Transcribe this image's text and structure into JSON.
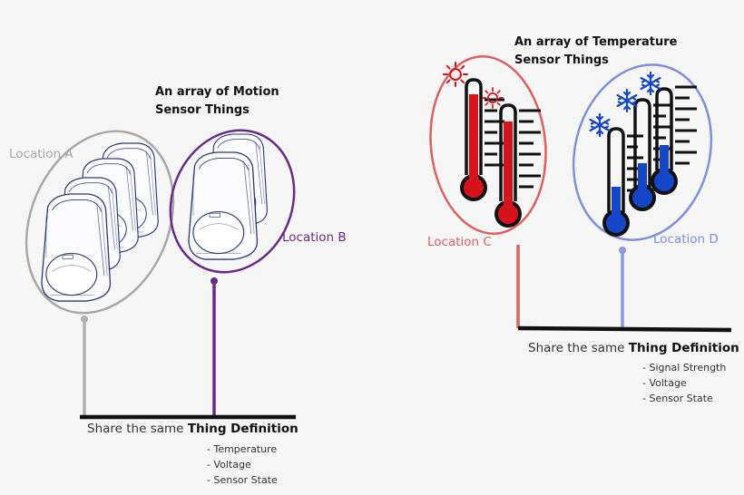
{
  "motion": {
    "title_line1": "An array of Motion",
    "title_line2": "Sensor Things",
    "location_a": "Location A",
    "location_b": "Location B",
    "share_prefix": "Share the same",
    "share_bold": "Thing Definition",
    "attributes": [
      "- Temperature",
      "- Voltage",
      "- Sensor State"
    ]
  },
  "temperature": {
    "title_line1": "An array of Temperature",
    "title_line2": "Sensor Things",
    "location_c": "Location C",
    "location_d": "Location D",
    "share_prefix": "Share the same",
    "share_bold": "Thing Definition",
    "attributes": [
      "- Signal Strength",
      "- Voltage",
      "- Sensor State"
    ]
  },
  "colors": {
    "location_a": "#a8a8a8",
    "location_b": "#6a2a8a",
    "location_c": "#e06060",
    "location_d": "#7f8fe0",
    "hot": "#d8121b",
    "cold": "#1646c8",
    "sensor_outline": "#2d3a7a"
  },
  "icons": {
    "sun": "sun-icon",
    "snowflake": "snowflake-icon",
    "motion_sensor": "motion-sensor-icon",
    "thermometer": "thermometer-icon"
  }
}
